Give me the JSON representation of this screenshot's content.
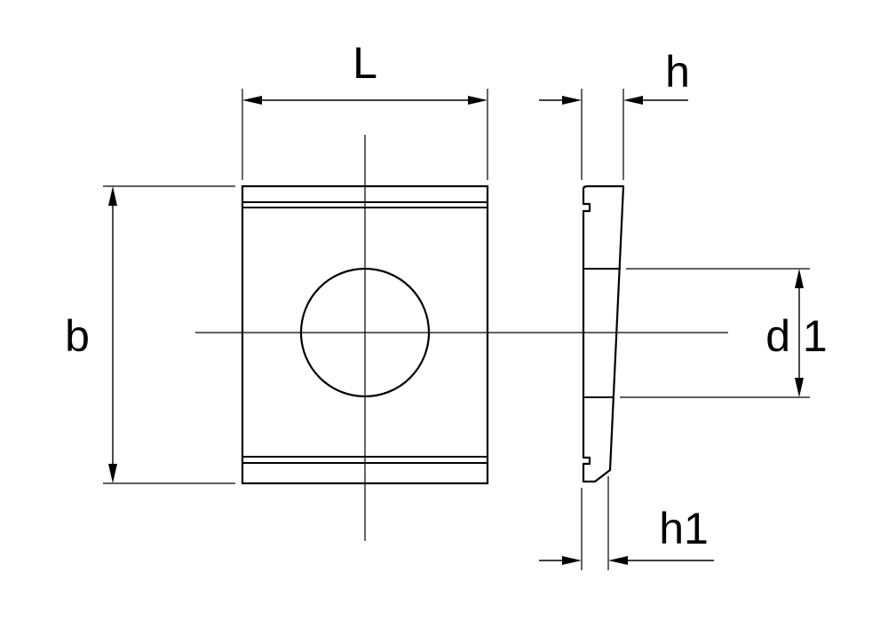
{
  "labels": {
    "L": "L",
    "h": "h",
    "b": "b",
    "d1": "d 1",
    "h1": "h1"
  },
  "colors": {
    "line": "#000000",
    "background": "#ffffff"
  }
}
